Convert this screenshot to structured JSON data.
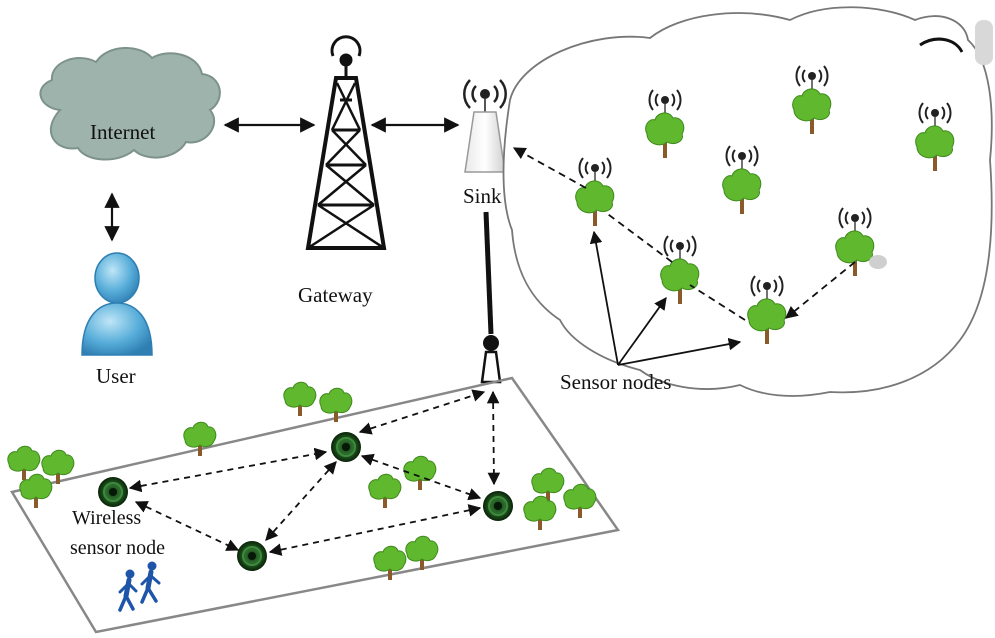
{
  "labels": {
    "internet": "Internet",
    "user": "User",
    "gateway": "Gateway",
    "sink": "Sink",
    "sensor_nodes": "Sensor nodes",
    "wireless_sensor_node_line1": "Wireless",
    "wireless_sensor_node_line2": "sensor node"
  },
  "icons": {
    "cloud": "cloud-icon",
    "user": "user-icon",
    "gateway": "transmission-tower-icon",
    "sink": "sink-base-station-icon",
    "sensor_tree": "tree-with-antenna-icon",
    "field_node": "sensor-node-icon",
    "people": "walking-people-icon"
  },
  "colors": {
    "cloud_fill": "#9fb3ad",
    "tree_green": "#5fb82e",
    "trunk_brown": "#8a5a2b",
    "node_dark": "#1f4d1f",
    "user_blue": "#4aa3d6",
    "people_blue": "#1f55a8"
  }
}
